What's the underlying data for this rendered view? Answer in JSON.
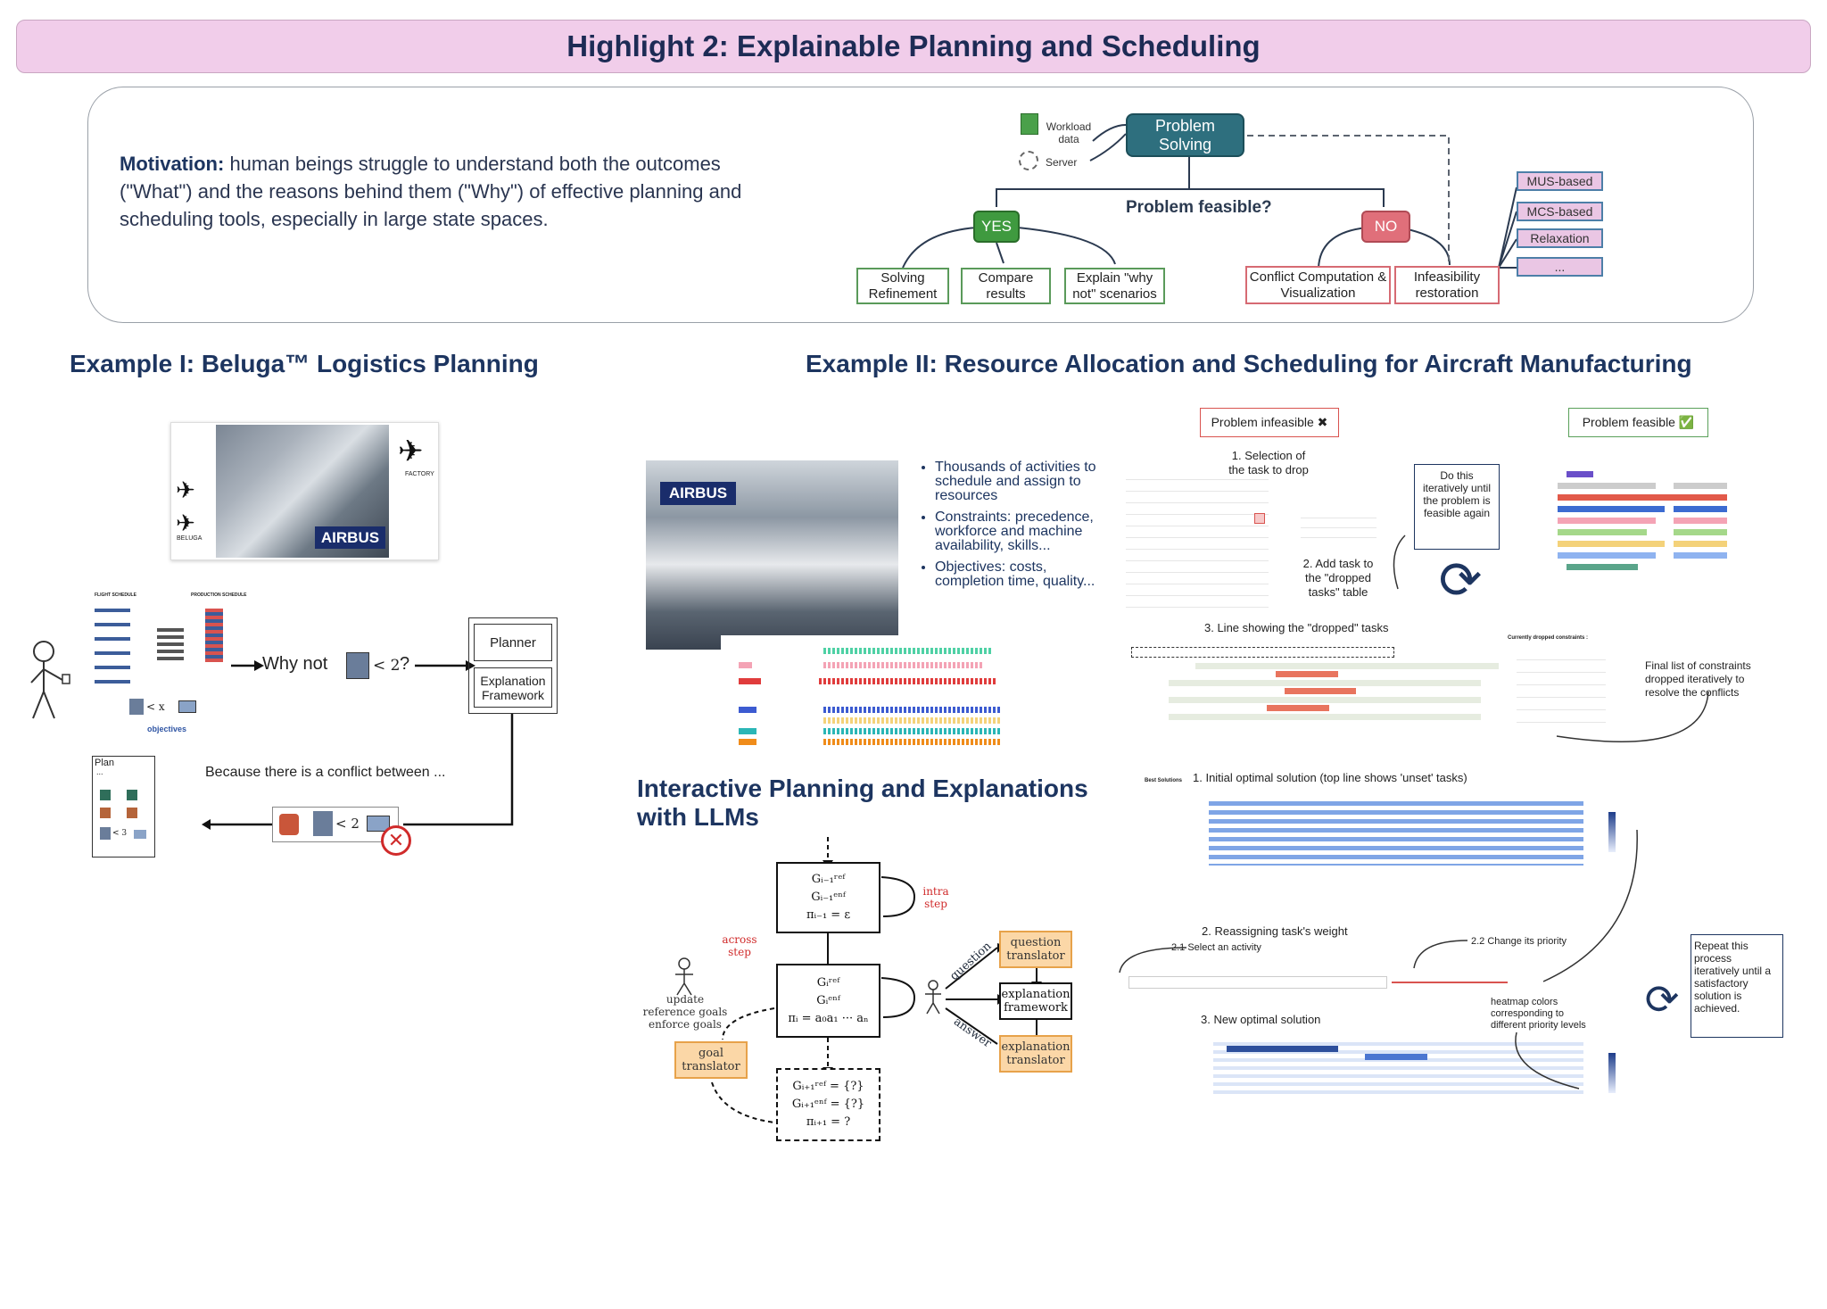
{
  "banner": {
    "title": "Highlight 2: Explainable Planning and Scheduling"
  },
  "motivation": {
    "label": "Motivation:",
    "text": " human beings struggle  to understand both the outcomes (\"What\") and the reasons behind them (\"Why\") of effective planning and scheduling tools, especially in large state spaces."
  },
  "flow": {
    "workload": "Workload data",
    "server": "Server",
    "problem_solving": "Problem Solving",
    "feasible_q": "Problem feasible?",
    "yes": "YES",
    "no": "NO",
    "yes_items": [
      "Solving Refinement",
      "Compare results",
      "Explain \"why not\" scenarios"
    ],
    "no_items": [
      "Conflict Computation & Visualization",
      "Infeasibility restoration"
    ],
    "methods": [
      "MUS-based",
      "MCS-based",
      "Relaxation",
      "..."
    ]
  },
  "example1": {
    "title": "Example I: Beluga™ Logistics Planning",
    "airbus": "AIRBUS",
    "beluga": "BELUGA",
    "factory": "FACTORY",
    "flight_schedule": "FLIGHT SCHEDULE",
    "production_schedule": "PRODUCTION SCHEDULE",
    "why_not": "Why not",
    "lt2": "< 2",
    "q": "?",
    "planner": "Planner",
    "explanation_framework": "Explanation Framework",
    "objectives": "objectives",
    "ltx": "< x",
    "plan": "Plan",
    "plan_dots": "...",
    "lt3": "< 3",
    "because": "Because there is a conflict between ..."
  },
  "example2": {
    "title": "Example II: Resource Allocation and Scheduling for Aircraft Manufacturing",
    "airbus": "AIRBUS",
    "bullets": [
      "Thousands of activities to schedule and assign to resources",
      "Constraints: precedence, workforce and machine availability, skills...",
      "Objectives: costs, completion time, quality..."
    ],
    "infeasible": "Problem infeasible ✖",
    "feasible": "Problem feasible ✅",
    "step1": "1. Selection of the task to drop",
    "step2": "2. Add task to the \"dropped tasks\" table",
    "step3": "3. Line showing the \"dropped\" tasks",
    "iterate": "Do this iteratively until the problem is feasible again",
    "final_list": "Final list of constraints dropped iteratively to resolve the conflicts",
    "opt1": "1. Initial optimal solution (top line shows 'unset' tasks)",
    "opt2": "2. Reassigning task's weight",
    "opt21": "2.1 Select an activity",
    "opt22": "2.2 Change its priority",
    "opt3": "3. New optimal solution",
    "heatmap": "heatmap colors corresponding to different priority levels",
    "repeat": "Repeat this process iteratively until a satisfactory solution is achieved.",
    "best_solutions": "Best Solutions",
    "currently_dropped": "Currently dropped constraints :"
  },
  "llm": {
    "title": "Interactive Planning and Explanations with LLMs",
    "intra": "intra step",
    "across": "across step",
    "update": "update reference goals enforce goals",
    "goal_translator": "goal translator",
    "question": "question",
    "answer": "answer",
    "question_translator": "question translator",
    "explanation_framework": "explanation framework",
    "explanation_translator": "explanation translator",
    "box1": [
      "Gᵢ₋₁ʳᵉᶠ",
      "Gᵢ₋₁ᵉⁿᶠ",
      "πᵢ₋₁ = ε"
    ],
    "box2": [
      "Gᵢʳᵉᶠ",
      "Gᵢᵉⁿᶠ",
      "πᵢ = a₀a₁ ··· aₙ"
    ],
    "box3": [
      "Gᵢ₊₁ʳᵉᶠ = {?}",
      "Gᵢ₊₁ᵉⁿᶠ = {?}",
      "πᵢ₊₁ = ?"
    ]
  },
  "colors": {
    "banner": "#f1cdea",
    "heading": "#1d3560",
    "yes": "#3f9a3f",
    "no": "#e06f7a",
    "teal": "#2e6f7e"
  }
}
